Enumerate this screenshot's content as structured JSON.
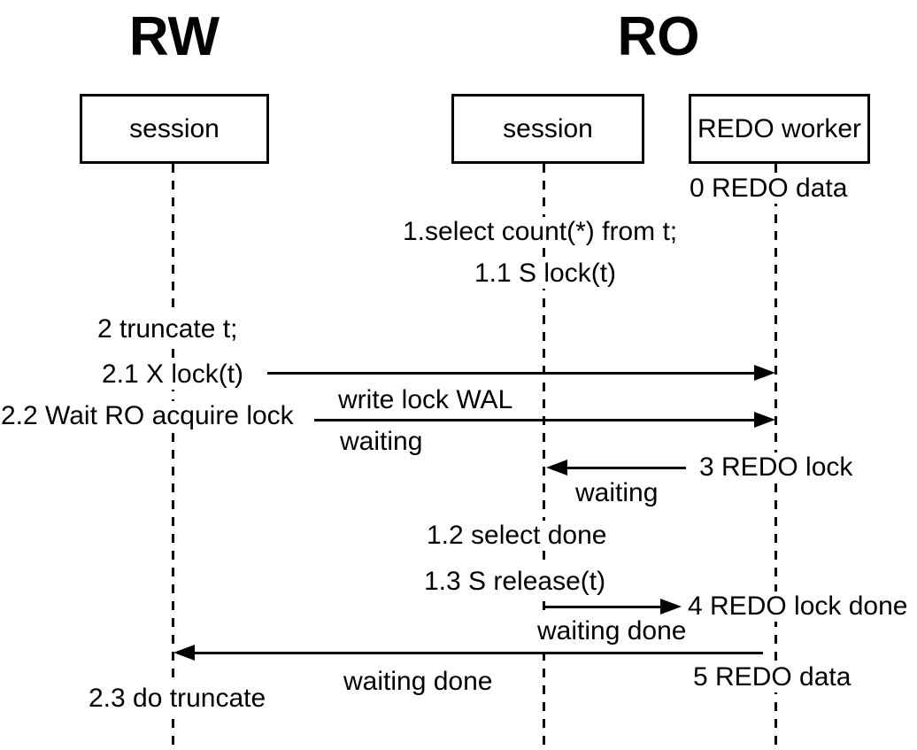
{
  "diagram": {
    "rw_group": {
      "title": "RW"
    },
    "ro_group": {
      "title": "RO"
    },
    "actors": {
      "rw_session": {
        "label": "session"
      },
      "ro_session": {
        "label": "session"
      },
      "redo_worker": {
        "label": "REDO worker"
      }
    },
    "annotations": {
      "redo_data_0": "0 REDO data",
      "select_count_1": "1.select count(*) from t;",
      "s_lock_1_1": "1.1 S lock(t)",
      "truncate_2": "2 truncate t;",
      "x_lock_2_1": "2.1 X lock(t)",
      "wait_ro_2_2": "2.2 Wait RO acquire lock",
      "write_lock_wal": "write lock WAL",
      "waiting_rw": "waiting",
      "redo_lock_3": "3 REDO lock",
      "waiting_ro": "waiting",
      "select_done_1_2": "1.2 select done",
      "s_release_1_3": "1.3 S release(t)",
      "redo_lock_done_4": "4 REDO lock done",
      "waiting_done_ro": "waiting done",
      "redo_data_5": "5 REDO data",
      "waiting_done_rw": "waiting done",
      "do_truncate_2_3": "2.3 do truncate"
    },
    "colors": {
      "foreground": "#000000",
      "background": "#ffffff"
    }
  }
}
